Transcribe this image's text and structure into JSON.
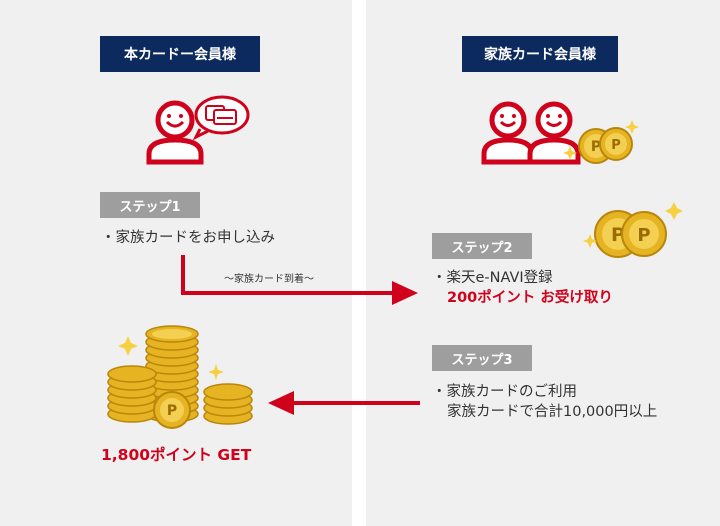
{
  "left_panel": {
    "header": "本カードー会員様",
    "step1": {
      "label": "ステップ1",
      "text": "・家族カードをお申し込み"
    },
    "arrow_note": "〜家族カード到着〜",
    "result": "1,800ポイント  GET"
  },
  "right_panel": {
    "header": "家族カード会員様",
    "step2": {
      "label": "ステップ2",
      "text": "・楽天e-NAVI登録",
      "reward": "200ポイント  お受け取り"
    },
    "step3": {
      "label": "ステップ3",
      "line1": "・家族カードのご利用",
      "line2": "家族カードで合計10,000円以上"
    }
  },
  "colors": {
    "navy": "#0d2a5e",
    "red": "#d0021b",
    "gray_label": "#9e9e9e",
    "panel_bg": "#f0f0f0",
    "gold": "#e6b422"
  },
  "icons": [
    "person-icon",
    "card-speech-bubble-icon",
    "two-persons-icon",
    "point-coin-icon",
    "coin-stacks-icon",
    "sparkle-icon"
  ]
}
